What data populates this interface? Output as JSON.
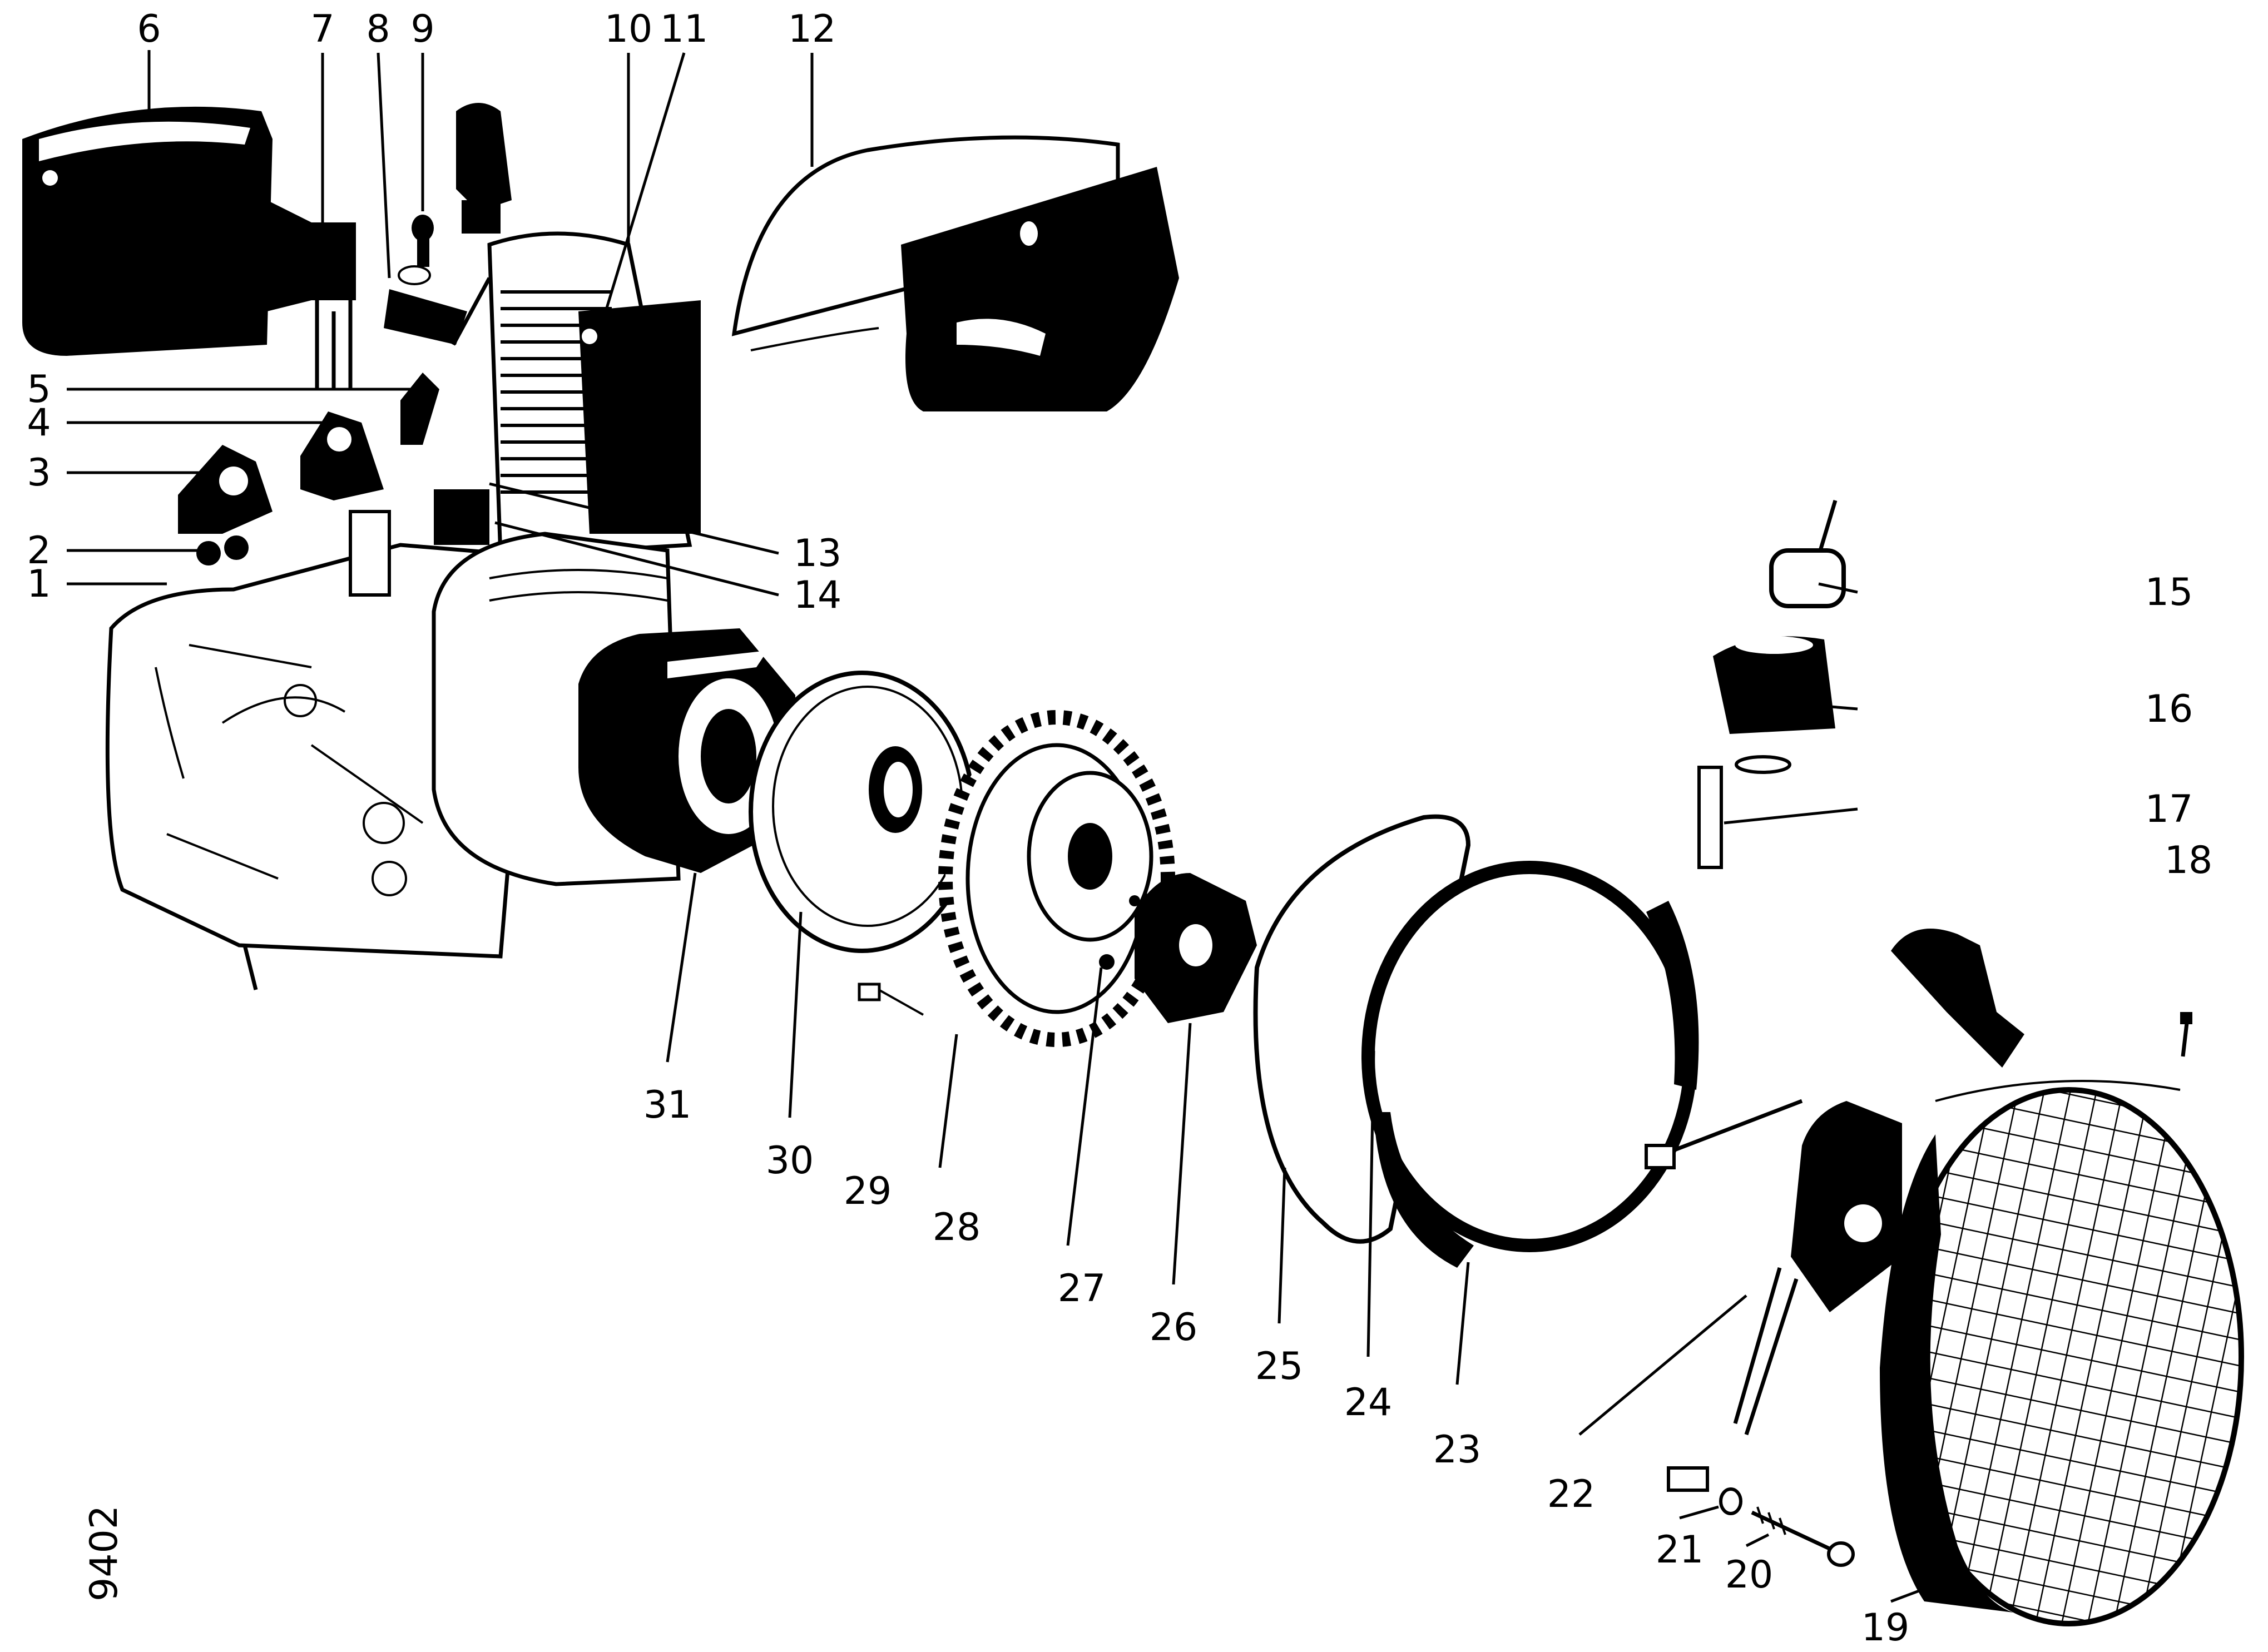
{
  "figure_number": "9402",
  "parts": [
    {
      "n": "1"
    },
    {
      "n": "2"
    },
    {
      "n": "3"
    },
    {
      "n": "4"
    },
    {
      "n": "5"
    },
    {
      "n": "6"
    },
    {
      "n": "7"
    },
    {
      "n": "8"
    },
    {
      "n": "9"
    },
    {
      "n": "10"
    },
    {
      "n": "11"
    },
    {
      "n": "12"
    },
    {
      "n": "13"
    },
    {
      "n": "14"
    },
    {
      "n": "15"
    },
    {
      "n": "16"
    },
    {
      "n": "17"
    },
    {
      "n": "18"
    },
    {
      "n": "19"
    },
    {
      "n": "20"
    },
    {
      "n": "21"
    },
    {
      "n": "22"
    },
    {
      "n": "23"
    },
    {
      "n": "24"
    },
    {
      "n": "25"
    },
    {
      "n": "26"
    },
    {
      "n": "27"
    },
    {
      "n": "28"
    },
    {
      "n": "29"
    },
    {
      "n": "30"
    },
    {
      "n": "31"
    }
  ]
}
